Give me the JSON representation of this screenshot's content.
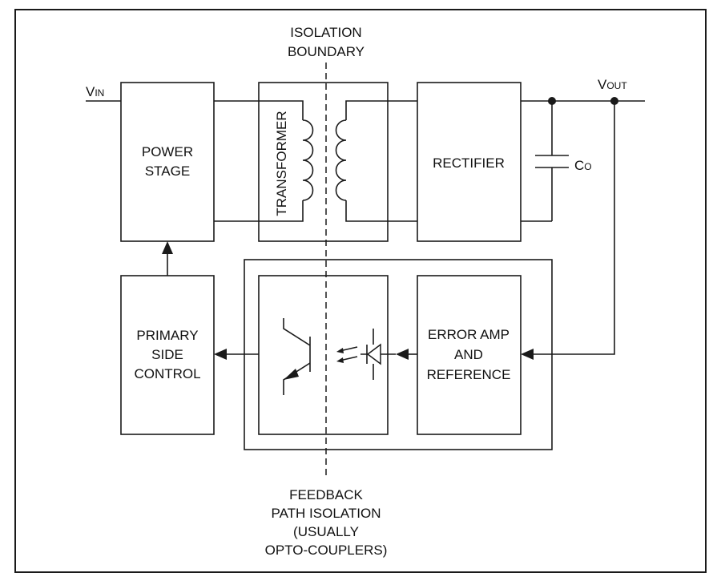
{
  "isolation_boundary": {
    "line1": "ISOLATION",
    "line2": "BOUNDARY"
  },
  "vin": {
    "main": "V",
    "sub": "IN"
  },
  "vout": {
    "main": "V",
    "sub": "OUT"
  },
  "capacitor": {
    "main": "C",
    "sub": "O"
  },
  "blocks": {
    "power_stage": [
      "POWER",
      "STAGE"
    ],
    "transformer": "TRANSFORMER",
    "rectifier": "RECTIFIER",
    "primary_side_control": [
      "PRIMARY",
      "SIDE",
      "CONTROL"
    ],
    "error_amp": [
      "ERROR AMP",
      "AND",
      "REFERENCE"
    ]
  },
  "feedback_caption": [
    "FEEDBACK",
    "PATH ISOLATION",
    "(USUALLY",
    "OPTO-COUPLERS)"
  ],
  "colors": {
    "line": "#1a1a1a",
    "text": "#111111",
    "background": "#ffffff"
  }
}
